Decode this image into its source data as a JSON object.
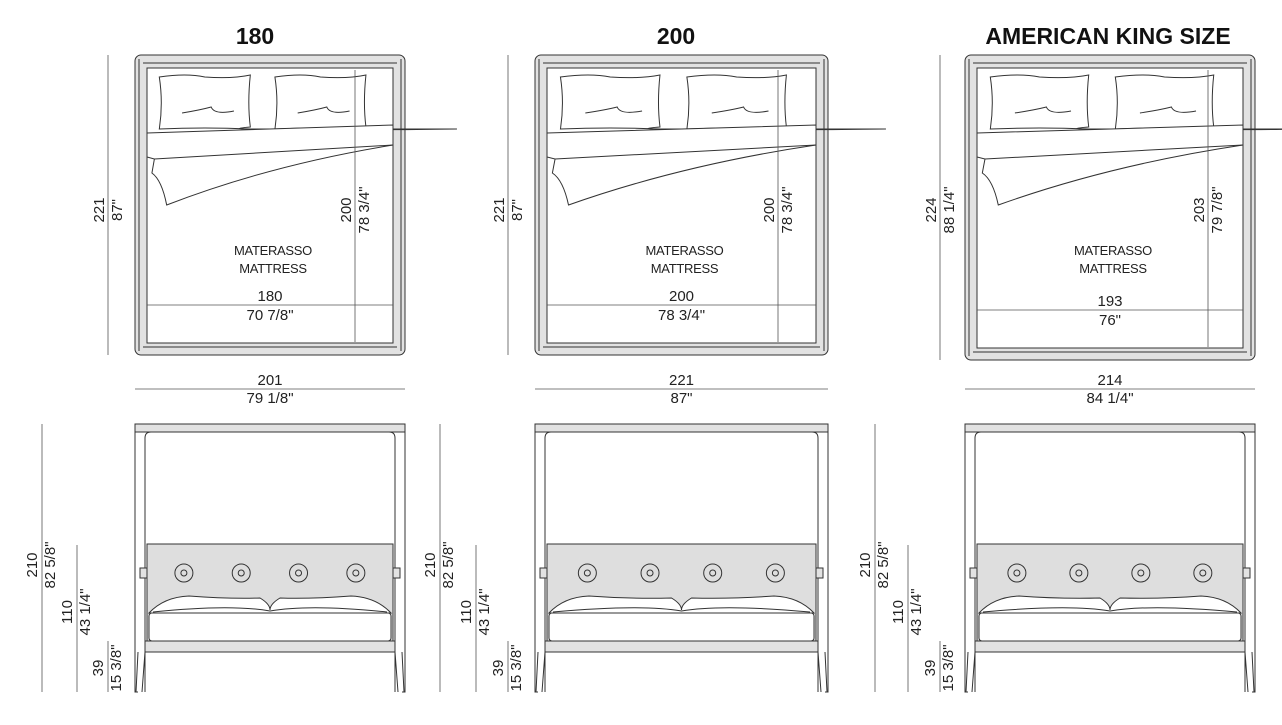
{
  "mattress_label": [
    "MATERASSO",
    "MATTRESS"
  ],
  "columns": [
    {
      "title": "180",
      "plan": {
        "overall_length": "221",
        "overall_length_in": "87\"",
        "mattress_length": "200",
        "mattress_length_in": "78 3/4\"",
        "mattress_width": "180",
        "mattress_width_in": "70 7/8\"",
        "overall_width": "201",
        "overall_width_in": "79 1/8\""
      },
      "elevation": {
        "height": "210",
        "height_in": "82 5/8\"",
        "headboard": "110",
        "headboard_in": "43 1/4\"",
        "bed_height": "39",
        "bed_height_in": "15 3/8\""
      }
    },
    {
      "title": "200",
      "plan": {
        "overall_length": "221",
        "overall_length_in": "87\"",
        "mattress_length": "200",
        "mattress_length_in": "78 3/4\"",
        "mattress_width": "200",
        "mattress_width_in": "78 3/4\"",
        "overall_width": "221",
        "overall_width_in": "87\""
      },
      "elevation": {
        "height": "210",
        "height_in": "82 5/8\"",
        "headboard": "110",
        "headboard_in": "43 1/4\"",
        "bed_height": "39",
        "bed_height_in": "15 3/8\""
      }
    },
    {
      "title": "AMERICAN KING SIZE",
      "plan": {
        "overall_length": "224",
        "overall_length_in": "88 1/4\"",
        "mattress_length": "203",
        "mattress_length_in": "79 7/8\"",
        "mattress_width": "193",
        "mattress_width_in": "76\"",
        "overall_width": "214",
        "overall_width_in": "84 1/4\""
      },
      "elevation": {
        "height": "210",
        "height_in": "82 5/8\"",
        "headboard": "110",
        "headboard_in": "43 1/4\"",
        "bed_height": "39",
        "bed_height_in": "15 3/8\""
      }
    }
  ]
}
